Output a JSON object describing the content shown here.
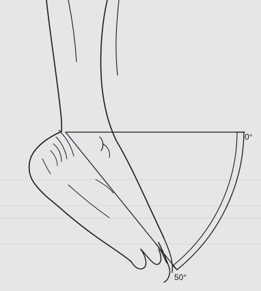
{
  "diagram": {
    "angle_labels": {
      "zero": "0°",
      "fifty": "50°"
    },
    "motion_range_degrees": [
      0,
      50
    ],
    "colors": {
      "background": "#e6e6e8",
      "ink": "#1a1a1a"
    }
  }
}
